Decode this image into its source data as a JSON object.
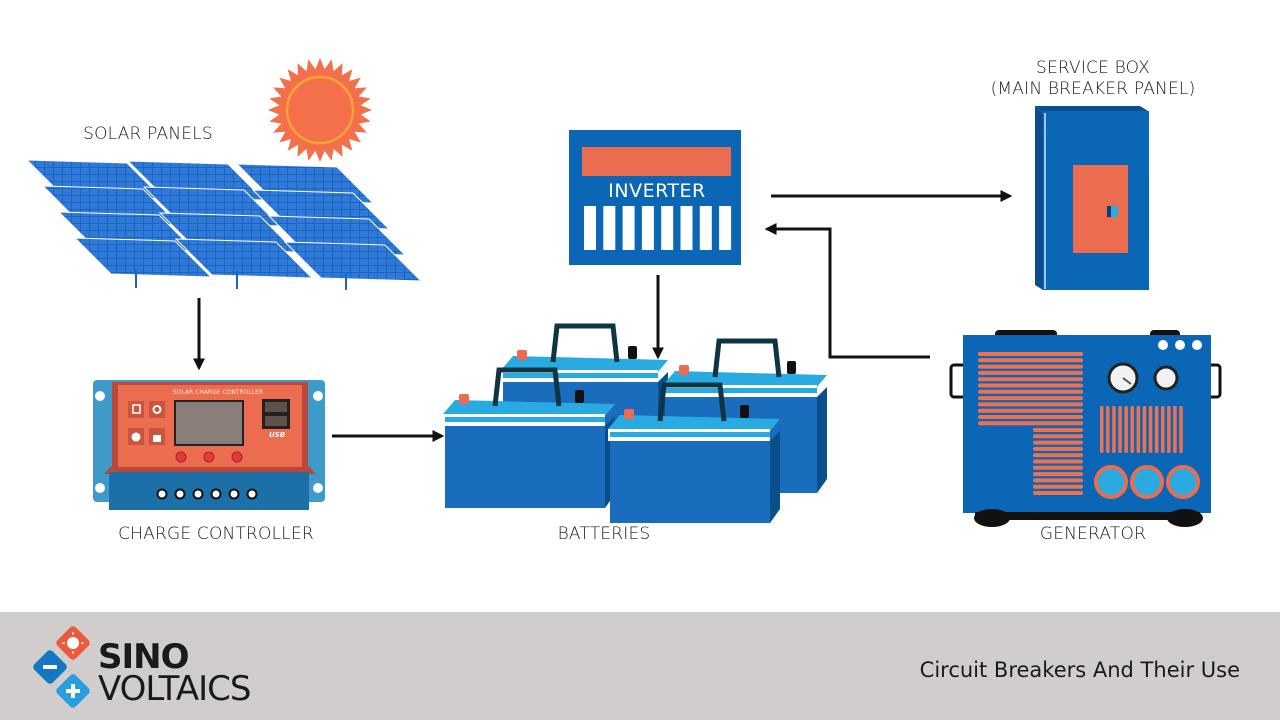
{
  "diagram": {
    "components": {
      "solar_panels": {
        "label": "SOLAR PANELS"
      },
      "charge_controller": {
        "label": "CHARGE CONTROLLER",
        "device_text": "SOLAR CHARGE CONTROLLER",
        "usb_text": "USB"
      },
      "inverter": {
        "label": "INVERTER"
      },
      "batteries": {
        "label": "BATTERIES"
      },
      "service_box": {
        "label_line1": "SERVICE BOX",
        "label_line2": "(MAIN BREAKER PANEL)"
      },
      "generator": {
        "label": "GENERATOR"
      }
    },
    "connections": [
      {
        "from": "solar_panels",
        "to": "charge_controller"
      },
      {
        "from": "charge_controller",
        "to": "batteries"
      },
      {
        "from": "inverter",
        "to": "batteries"
      },
      {
        "from": "inverter",
        "to": "service_box"
      },
      {
        "from": "generator",
        "to": "inverter"
      }
    ],
    "colors": {
      "blue": "#0b67b5",
      "orange": "#ec6c4f",
      "light_blue": "#29abe2",
      "dark": "#111111",
      "sun": "#f4704a"
    }
  },
  "footer": {
    "brand_line1": "SINO",
    "brand_line2": "VOLTAICS",
    "title": "Circuit Breakers And Their Use"
  }
}
